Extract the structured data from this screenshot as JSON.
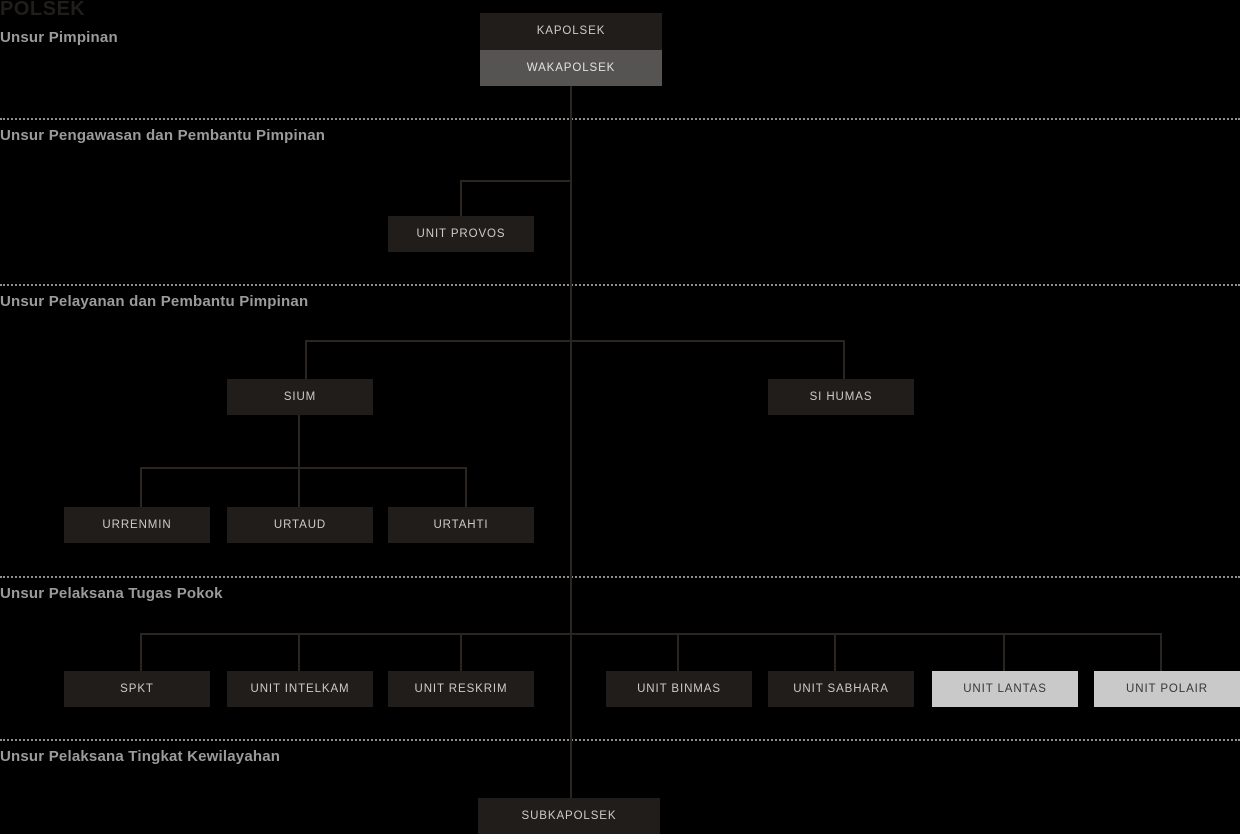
{
  "title": "POLSEK",
  "colors": {
    "background": "#000000",
    "box_dark": "#211d1b",
    "box_mid": "#555452",
    "box_light": "#c9c9c9",
    "line": "#2b2522",
    "divider": "#8f8f8f",
    "label_text": "#9b9b9b",
    "dark_text": "#211d1b",
    "light_text": "#cfcac6"
  },
  "sections": [
    {
      "id": "pimpinan",
      "label": "Unsur Pimpinan"
    },
    {
      "id": "pengawasan",
      "label": "Unsur Pengawasan dan Pembantu Pimpinan"
    },
    {
      "id": "pelayanan",
      "label": "Unsur Pelayanan dan Pembantu Pimpinan"
    },
    {
      "id": "pelaksana",
      "label": "Unsur Pelaksana Tugas Pokok"
    },
    {
      "id": "kewilayahan",
      "label": "Unsur Pelaksana Tingkat Kewilayahan"
    }
  ],
  "nodes": {
    "kapolsek": "KAPOLSEK",
    "wakapolsek": "WAKAPOLSEK",
    "unit_provos": "UNIT PROVOS",
    "sium": "SIUM",
    "si_humas": "SI HUMAS",
    "urrenmin": "URRENMIN",
    "urtaud": "URTAUD",
    "urtahti": "URTAHTI",
    "spkt": "SPKT",
    "unit_intelkam": "UNIT INTELKAM",
    "unit_reskrim": "UNIT RESKRIM",
    "unit_binmas": "UNIT BINMAS",
    "unit_sabhara": "UNIT SABHARA",
    "unit_lantas": "UNIT LANTAS",
    "unit_polair": "UNIT POLAIR",
    "subkapolsek": "SUBKAPOLSEK"
  }
}
